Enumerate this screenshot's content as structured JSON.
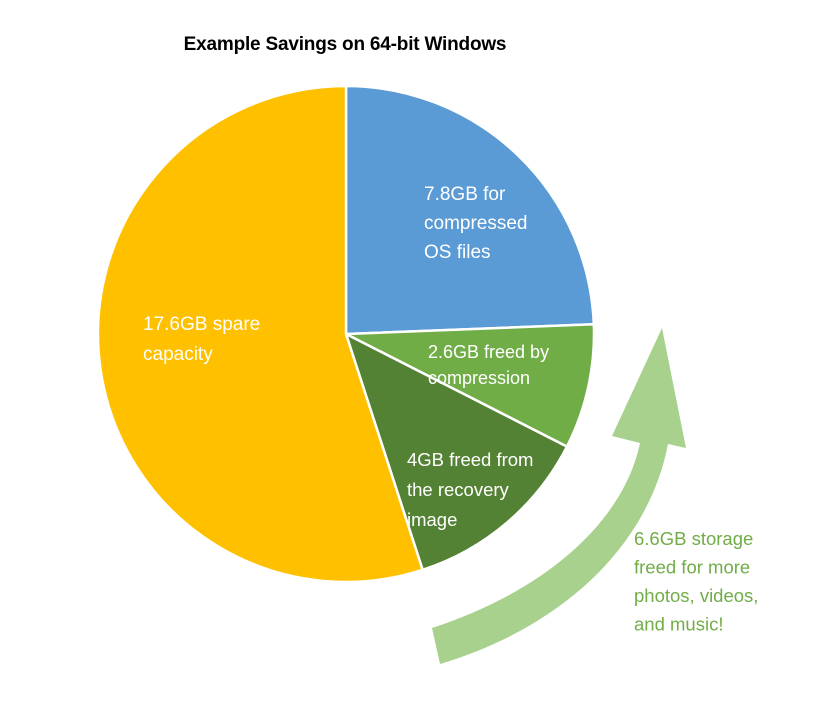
{
  "chart_data": {
    "type": "pie",
    "title": "Example Savings on 64-bit Windows",
    "unit": "GB",
    "slices": [
      {
        "name": "compressed-os-files",
        "value": 7.8,
        "label_lines": [
          "7.8GB for",
          "compressed",
          "OS files"
        ],
        "color": "#5B9BD5",
        "label_color": "#ffffff"
      },
      {
        "name": "freed-by-compression",
        "value": 2.6,
        "label_lines": [
          "2.6GB freed by",
          "compression"
        ],
        "color": "#70AD47",
        "label_color": "#ffffff"
      },
      {
        "name": "freed-from-recovery-image",
        "value": 4.0,
        "label_lines": [
          "4GB freed from",
          "the recovery",
          "image"
        ],
        "color": "#548235",
        "label_color": "#ffffff"
      },
      {
        "name": "spare-capacity",
        "value": 17.6,
        "label_lines": [
          "17.6GB spare",
          "capacity"
        ],
        "color": "#FFC000",
        "label_color": "#ffffff"
      }
    ],
    "annotation": {
      "lines": [
        "6.6GB storage",
        "freed for more",
        "photos, videos,",
        "and music!"
      ],
      "color": "#70AD47",
      "arrow_color": "#A9D18E"
    }
  }
}
